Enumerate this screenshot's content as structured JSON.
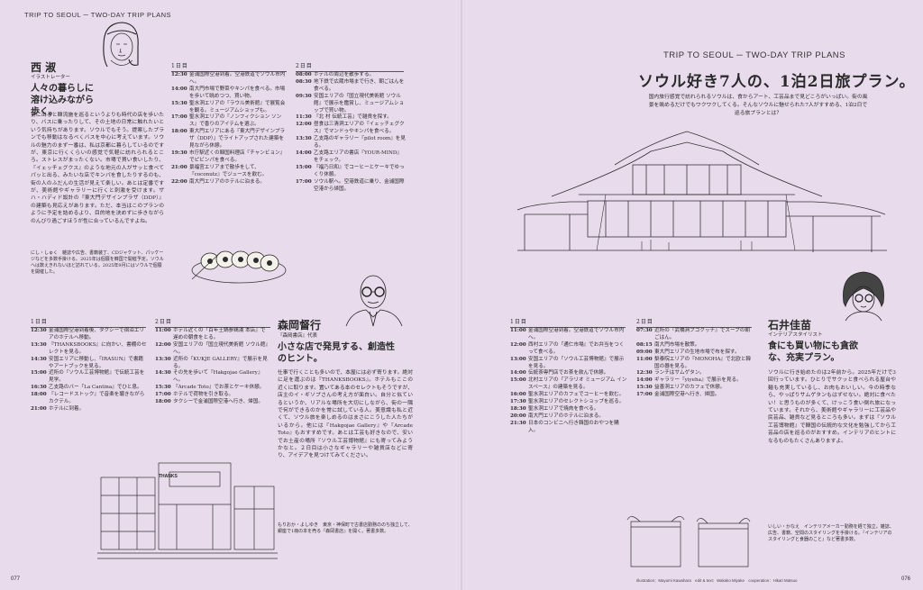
{
  "header": {
    "left_label": "TRIP TO SEOUL ─ TWO-DAY TRIP PLANS",
    "right_label": "TRIP TO SEOUL ─ TWO-DAY TRIP PLANS",
    "title": "ソウル好き7人の、1泊2日旅プラン。",
    "lead": "国内旅行感覚で訪れられるソウルは、食からアート、工芸品まで見どころがいっぱい。街の風景を眺めるだけでもワクワクしてくる。そんなソウルに魅せられた7人がすすめる、1泊2日で巡る旅プランとは？"
  },
  "people": {
    "nishi": {
      "name": "西 淑",
      "role": "イラストレーター",
      "catch": "人々の暮らしに溶け込みながら歩く。",
      "body": "第に出ると韓流施を巡るというよりも時代の店を歩いたり、バスに乗ったりして、その土地の日常に触れたいという気持ちがあります。ソウルでもそう。提案したプランでも移動はなるべくバスを中心に考えています。ソウルの魅力のまず一番は、私は京都に暮らしているのですが、東京に行くくらいの感覚で気軽に訪れられるところ。ストレスがまったくない。市場で買い食いしたり、『イェッチェグクス』のような地元の人がサッと食べてパッと出る、みたいな店でキンパを食したりするのも、街の人のふだんの生活が見えて楽しい。あとは定番ですが、美術館やギャラリーに行くと刺激を受けます。ザハ・ハディド設計の『東大門デザインプラザ（DDP）』の建築も見応えがあります。ただ、本当はこのプランのように予定を詰めるより、目的地を決めずに歩きながらのんびり過ごすほうが性に合っているんですよね。",
      "bio": "にし・しゅく　雑誌や広告、書籍装丁、CDジャケット、パッケージなどを多数手掛ける。2025年は個展を韓国で開催予定。ソウルへは数えきれないほど訪れている。2025年9月にはソウルで個展を開催した。"
    },
    "morioka": {
      "name": "森岡督行",
      "role": "『森岡書店』代表",
      "catch": "小さな店で発見する、創造性のヒント。",
      "body": "仕事で行くことも多いので、本屋には必ず寄ります。絶対に足を運ぶのは『THANKSBOOKS』。ホテルもここの近くに取ります。置いてある本のセレクトもそうですが、店主のイ・ギソプさんの考え方が面白い。自分と似ているというか、リアルな場所を大切にしながら、街の一隅で何ができるのかを常に試している人。美意識も私と近くて、ソウル旅を楽しめるのはまさにこうした人たちがいるから。他には『Hakgojae Gallery』や『Arcade Toto』もおすすめです。あとは工芸も好きなので、安いでお土産の場所『ソウル工芸博物館』にも寄ってみようかなと。２日目は小さなギャラリーや雑貨店などに寄り、アイデアを見つけてみてください。",
      "bio": "もりおか・よしゆき　東京・神保町で古書店勤務ののち独立して、銀座で1冊の本を売る『森岡書店』を開く。著書多数。"
    },
    "ishii": {
      "name": "石井佳苗",
      "role": "インテリアスタイリスト",
      "catch": "食にも買い物にも貪欲な、充実プラン。",
      "body": "ソウルに行き始めたのは2年前から。2025年だけで3回行っています。ひとりでサクッと食べられる屋台や麺も充実しているし、お肉もおいしい。今の時季なら、やっぱりサムゲタンもはずせない。絶対に食べたい！と思うものが多くて、けっこう食い倒れ旅になっています。それから、美術館やギャラリーに工芸品や民芸品、雑貨など見るところも多い。まずは『ソウル工芸博物館』で韓国の伝統的な文化を勉強してから工芸品の店を巡るのがおすすめ。インテリアのヒントになるものもたくさんありますよ。",
      "bio": "いしい・かなえ　インテリアメーカー勤務を経て独立。雑誌、広告、書籍、空間のスタイリングを手掛ける。『インテリアのスタイリングと食器のこと』など著書多数。"
    }
  },
  "nishi_plan": {
    "day1_label": "1日目",
    "day1": [
      {
        "time": "12:30",
        "desc": "金浦国際空港到着。空港鉄道でソウル市内へ。"
      },
      {
        "time": "14:00",
        "desc": "南大門市場で野菜やキンパを食べる。市場を歩いて眺めつつ、買い物。"
      },
      {
        "time": "15:30",
        "desc": "聖水洞エリアの『ラウル美術館』で展覧会を観る。ミュージアムショップも。"
      },
      {
        "time": "17:00",
        "desc": "聖水洞エリアの『ノンフィクション ソンス』で香りのアイテムを選ぶ。"
      },
      {
        "time": "18:00",
        "desc": "東大門エリアにある『東大門デザインプラザ（DDP）』でライトアップされた建築を見ながら休憩。"
      },
      {
        "time": "19:30",
        "desc": "市庁駅近くの韓国料理店『チャンビョン』でピビンパを食べる。"
      },
      {
        "time": "21:00",
        "desc": "景福宮エリアまで散歩をして、『coconutz』でジュースを飲む。"
      },
      {
        "time": "22:00",
        "desc": "南大門エリアのホテルに泊まる。"
      }
    ],
    "day2_label": "2日目",
    "day2": [
      {
        "time": "08:00",
        "desc": "ホテルの周辺を散歩する。"
      },
      {
        "time": "08:30",
        "desc": "地下鉄で広蔵市場まで行き、朝ごはんを食べる。"
      },
      {
        "time": "09:30",
        "desc": "安国エリアの『国立現代美術館 ソウル館』で展示を鑑賞し、ミュージアムショップで買い物。"
      },
      {
        "time": "11:30",
        "desc": "『北 村 伝統工芸』で雑貨を探す。"
      },
      {
        "time": "12:00",
        "desc": "昼食は三清洞エリアの『イェッチェグクス』でマンドゥやキンパを食べる。"
      },
      {
        "time": "13:30",
        "desc": "乙支路のギャラリー『pilot room』を見る。"
      },
      {
        "time": "14:00",
        "desc": "乙支路エリアの書店『YOUR-MIND』をチェック。"
      },
      {
        "time": "15:00",
        "desc": "『福乃日和』でコーヒーとケーキでゆっくり休憩。"
      },
      {
        "time": "17:00",
        "desc": "ソウル駅へ。空港鉄道に乗り、金浦国際空港から帰国。"
      }
    ]
  },
  "morioka_plan": {
    "day1_label": "1日目",
    "day1": [
      {
        "time": "12:30",
        "desc": "金浦国際空港到着後、タクシーで宿泊エリアのホテルへ移動。"
      },
      {
        "time": "13:30",
        "desc": "『THANKSBOOKS』に向かい、書棚のセレクトを見る。"
      },
      {
        "time": "14:30",
        "desc": "安国エリアに移動し、『IRASUN』で書籍やアートブックを見る。"
      },
      {
        "time": "15:00",
        "desc": "近所の『ソウル工芸博物館』で伝統工芸を見学。"
      },
      {
        "time": "16:30",
        "desc": "乙支路のバー『La Cantina』でひと息。"
      },
      {
        "time": "18:00",
        "desc": "『レコードストック』で音楽を聴きながらカクテル。"
      },
      {
        "time": "21:00",
        "desc": "ホテルに到着。"
      }
    ],
    "day2_label": "2日目",
    "day2": [
      {
        "time": "11:00",
        "desc": "ホテル近くの『百年土鍋参鶏湯 本店』で遅めの朝食をとる。"
      },
      {
        "time": "12:00",
        "desc": "安国エリアの『国立現代美術館 ソウル館』へ。"
      },
      {
        "time": "13:30",
        "desc": "近所の『KUKJE GALLERY』で展示を見る。"
      },
      {
        "time": "14:30",
        "desc": "その先を歩いて『Hakgojae Gallery』へ。"
      },
      {
        "time": "15:30",
        "desc": "『Arcade Toto』でお茶とケーキ休憩。"
      },
      {
        "time": "17:00",
        "desc": "ホテルで荷物を引き取る。"
      },
      {
        "time": "18:00",
        "desc": "タクシーで金浦国際空港へ行き、帰国。"
      }
    ]
  },
  "ishii_plan": {
    "day1_label": "1日目",
    "day1": [
      {
        "time": "11:00",
        "desc": "金浦国際空港到着。空港鉄道でソウル市内へ。"
      },
      {
        "time": "12:00",
        "desc": "西村エリアの『通仁市場』でお弁当をつくって食べる。"
      },
      {
        "time": "13:00",
        "desc": "安国エリアの『ソウル工芸博物館』で展示を見る。"
      },
      {
        "time": "14:00",
        "desc": "伝統茶専門店でお茶を飲んで休憩。"
      },
      {
        "time": "15:00",
        "desc": "北村エリアの『アラリオ ミュージアム イン スペース』の建築を見る。"
      },
      {
        "time": "16:00",
        "desc": "聖水洞エリアのカフェでコーヒーを飲む。"
      },
      {
        "time": "17:30",
        "desc": "聖水洞エリアのセレクトショップを巡る。"
      },
      {
        "time": "18:30",
        "desc": "聖水洞エリアで焼肉を食べる。"
      },
      {
        "time": "20:00",
        "desc": "南大門エリアのホテルに泊まる。"
      },
      {
        "time": "21:30",
        "desc": "日本のコンビニへ行き韓国のおやつを購入。"
      }
    ],
    "day2_label": "2日目",
    "day2": [
      {
        "time": "07:30",
        "desc": "近所の『武橋洞プゴクッチ』でスープの朝ごはん。"
      },
      {
        "time": "08:15",
        "desc": "南大門市場を散策。"
      },
      {
        "time": "09:00",
        "desc": "東大門エリアの生地市場で布を探す。"
      },
      {
        "time": "11:00",
        "desc": "梨泰院エリアの『MONOHA』で北欧と韓国の器を見る。"
      },
      {
        "time": "12:30",
        "desc": "ランチはサムゲタン。"
      },
      {
        "time": "14:00",
        "desc": "ギャラリー『yiyeha』で展示を見る。"
      },
      {
        "time": "15:30",
        "desc": "益善洞エリアのカフェで休憩。"
      },
      {
        "time": "17:00",
        "desc": "金浦国際空港へ行き、帰国。"
      }
    ]
  },
  "footer": {
    "page_left": "077",
    "page_right": "076",
    "credit": "Illustration：Mayumi Kawahara　edit & text：Wakako Miyake　cooperation：Hikari Matsuo"
  }
}
